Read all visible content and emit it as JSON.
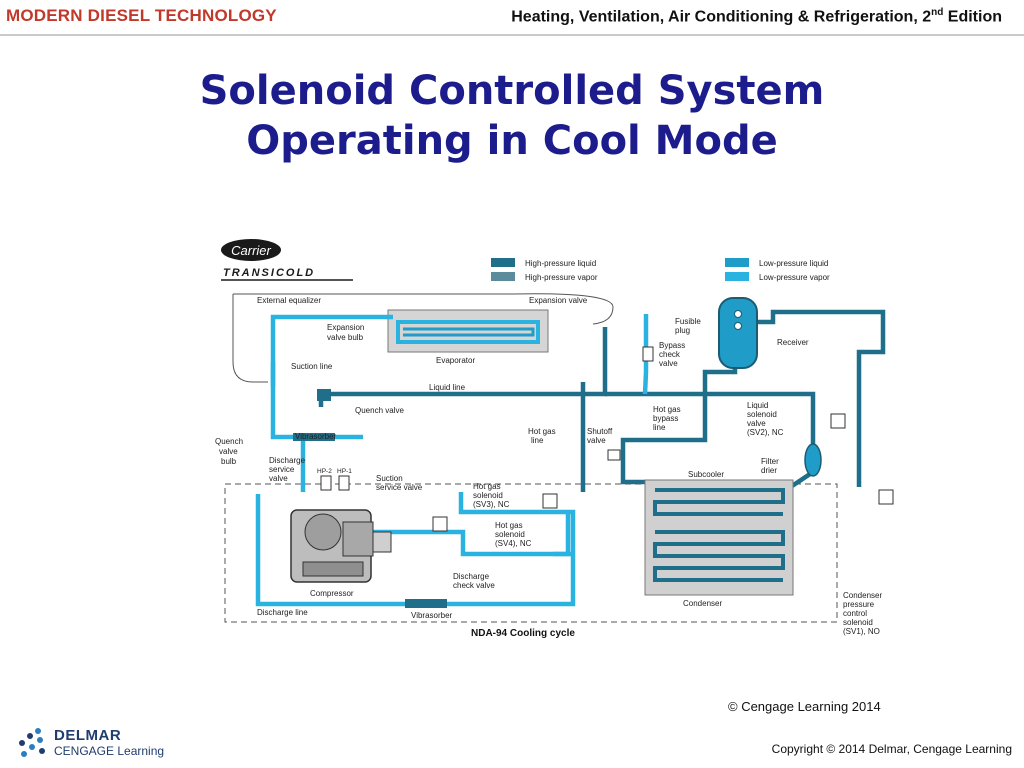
{
  "header": {
    "left_title": "MODERN DIESEL TECHNOLOGY",
    "right_title_main": "Heating, Ventilation, Air Conditioning & Refrigeration, 2",
    "right_title_sup": "nd",
    "right_title_end": " Edition"
  },
  "slide": {
    "title_line1": "Solenoid Controlled System",
    "title_line2": "Operating in Cool Mode"
  },
  "diagram": {
    "brand_top": "Carrier",
    "brand_bottom": "TRANSICOLD",
    "caption": "NDA-94 Cooling cycle",
    "legend": [
      {
        "label": "High-pressure liquid",
        "color": "#1f6f8b"
      },
      {
        "label": "High-pressure vapor",
        "color": "#5a8c9c"
      },
      {
        "label": "Low-pressure liquid",
        "color": "#1f9cc7"
      },
      {
        "label": "Low-pressure vapor",
        "color": "#2ab3e0"
      }
    ],
    "labels": {
      "external_equalizer": "External equalizer",
      "expansion_valve": "Expansion valve",
      "expansion_valve_bulb_1": "Expansion",
      "expansion_valve_bulb_2": "valve bulb",
      "evaporator": "Evaporator",
      "suction_line": "Suction line",
      "liquid_line": "Liquid line",
      "quench_valve": "Quench valve",
      "quench_valve_bulb_1": "Quench",
      "quench_valve_bulb_2": "valve",
      "quench_valve_bulb_3": "bulb",
      "vibrasorber_top": "Vibrasorber",
      "discharge_service_valve_1": "Discharge",
      "discharge_service_valve_2": "service",
      "discharge_service_valve_3": "valve",
      "hp2": "HP-2",
      "hp1": "HP-1",
      "suction_service_valve_1": "Suction",
      "suction_service_valve_2": "service valve",
      "compressor": "Compressor",
      "discharge_line": "Discharge line",
      "vibrasorber_bottom": "Vibrasorber",
      "hot_gas_line_1": "Hot gas",
      "hot_gas_line_2": "line",
      "hot_gas_sv3_1": "Hot gas",
      "hot_gas_sv3_2": "solenoid",
      "hot_gas_sv3_3": "(SV3), NC",
      "hot_gas_sv4_1": "Hot gas",
      "hot_gas_sv4_2": "solenoid",
      "hot_gas_sv4_3": "(SV4), NC",
      "discharge_check_valve_1": "Discharge",
      "discharge_check_valve_2": "check valve",
      "fusible_plug_1": "Fusible",
      "fusible_plug_2": "plug",
      "bypass_check_valve_1": "Bypass",
      "bypass_check_valve_2": "check",
      "bypass_check_valve_3": "valve",
      "hot_gas_bypass_1": "Hot gas",
      "hot_gas_bypass_2": "bypass",
      "hot_gas_bypass_3": "line",
      "shutoff_valve_1": "Shutoff",
      "shutoff_valve_2": "valve",
      "receiver": "Receiver",
      "liquid_solenoid_1": "Liquid",
      "liquid_solenoid_2": "solenoid",
      "liquid_solenoid_3": "valve",
      "liquid_solenoid_4": "(SV2), NC",
      "filter_drier_1": "Filter",
      "filter_drier_2": "drier",
      "subcooler": "Subcooler",
      "condenser": "Condenser",
      "condenser_pressure_1": "Condenser",
      "condenser_pressure_2": "pressure",
      "condenser_pressure_3": "control",
      "condenser_pressure_4": "solenoid",
      "condenser_pressure_5": "(SV1), NO"
    }
  },
  "footer": {
    "courtesy": "© Cengage Learning 2014",
    "copyright": "Copyright © 2014 Delmar, Cengage Learning",
    "logo_line1": "DELMAR",
    "logo_line2": "CENGAGE Learning"
  }
}
